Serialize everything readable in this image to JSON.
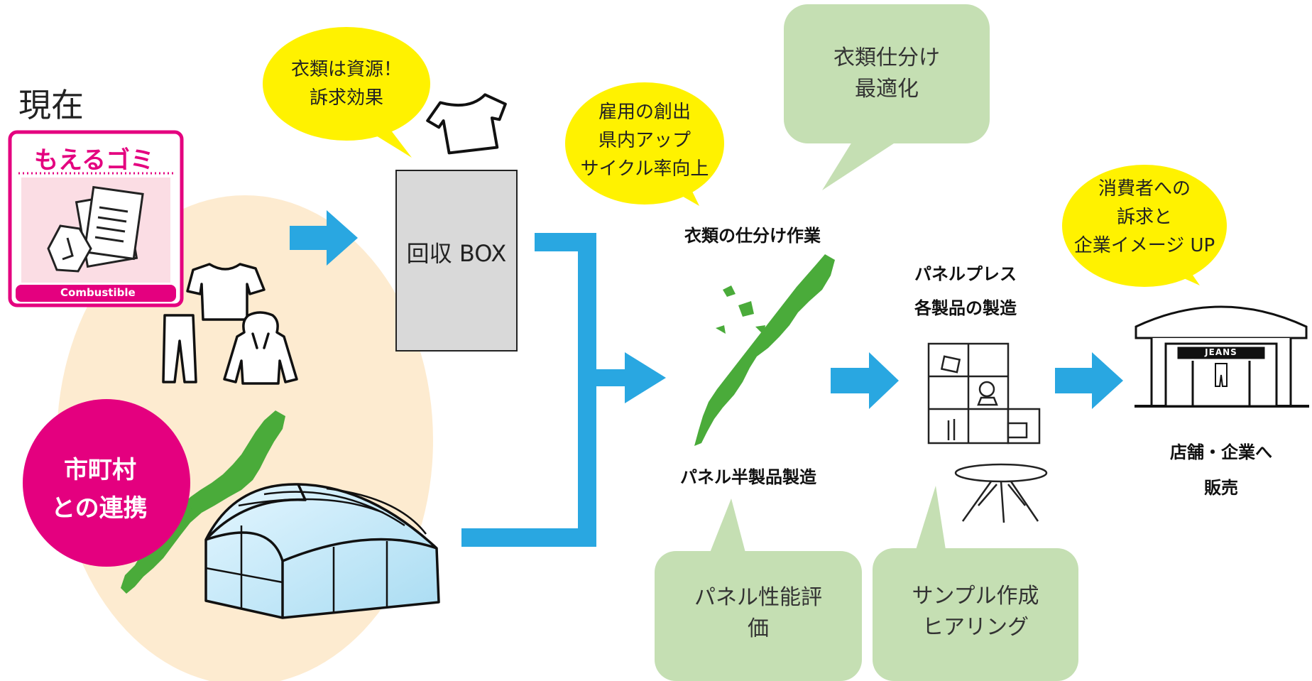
{
  "title": "現在",
  "combustible_label": {
    "jp": "もえるゴミ",
    "en": "Combustible"
  },
  "partner_circle": {
    "line1": "市町村",
    "line2": "との連携"
  },
  "collection_box": "回収 BOX",
  "speech_bubbles": {
    "resource": [
      "衣類は資源！",
      "訴求効果"
    ],
    "employment": [
      "雇用の創出",
      "県内アップ",
      "サイクル率向上"
    ],
    "consumer": [
      "消費者への",
      "訴求と",
      "企業イメージ UP"
    ]
  },
  "green_notes": {
    "sorting": [
      "衣類仕分け",
      "最適化"
    ],
    "panel_eval": [
      "パネル性能評",
      "価"
    ],
    "sample": [
      "サンプル作成",
      "ヒアリング"
    ]
  },
  "steps": {
    "sorting_work": "衣類の仕分け作業",
    "panel_semi": "パネル半製品製造",
    "press": [
      "パネルプレス",
      "各製品の製造"
    ],
    "sales": [
      "店舗・企業へ",
      "販売"
    ]
  },
  "store_sign": "JEANS",
  "colors": {
    "arrow": "#29a7e1",
    "yellow": "#fff200",
    "green_note": "#c5dfb3",
    "magenta": "#e4007f",
    "okinawa": "#4aab3a",
    "beige": "#fdebd0",
    "box": "#d9d9d9"
  },
  "icons": [
    "tshirt-icon",
    "pants-icon",
    "hoodie-icon",
    "okinawa-map-icon",
    "greenhouse-icon",
    "shelf-icon",
    "table-icon",
    "store-icon",
    "trash-bag-icon"
  ]
}
